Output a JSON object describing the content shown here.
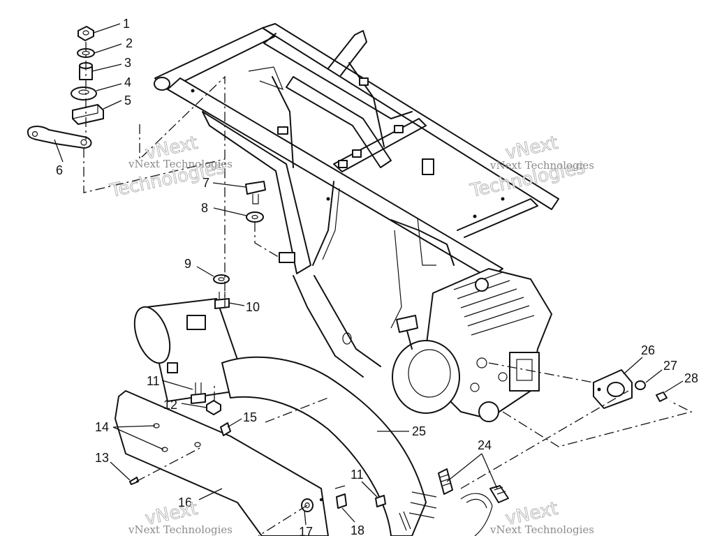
{
  "watermark": {
    "small": "vNext Technologies",
    "big_line1": "vNext",
    "big_line2": "Technologies"
  },
  "callouts": {
    "c1": "1",
    "c2": "2",
    "c3": "3",
    "c4": "4",
    "c5": "5",
    "c6": "6",
    "c7": "7",
    "c8": "8",
    "c9": "9",
    "c10": "10",
    "c11a": "11",
    "c11b": "11",
    "c12": "12",
    "c13": "13",
    "c14": "14",
    "c15": "15",
    "c16": "16",
    "c17": "17",
    "c18": "18",
    "c24": "24",
    "c25": "25",
    "c26": "26",
    "c27": "27",
    "c28": "28"
  }
}
